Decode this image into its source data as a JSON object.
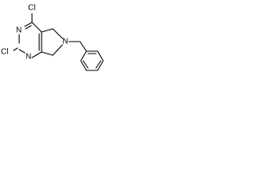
{
  "structure": {
    "atoms": {
      "cl_top": "Cl",
      "n_upper": "N",
      "cl_left": "Cl",
      "n_lower": "N",
      "n_ring": "N"
    }
  }
}
